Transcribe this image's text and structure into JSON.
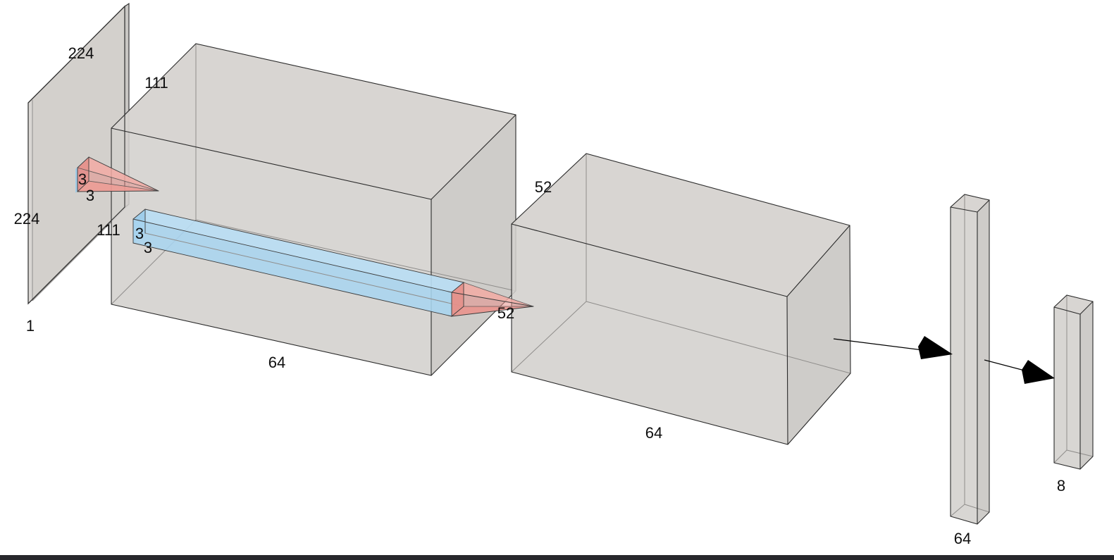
{
  "figure": {
    "description": "3D convolutional neural network architecture diagram",
    "network": [
      {
        "id": "input",
        "type": "input-image",
        "height": "224",
        "width": "224",
        "channels": "1"
      },
      {
        "id": "conv1",
        "type": "convolution",
        "kernel_h": "3",
        "kernel_w": "3",
        "out_height": "111",
        "out_depth": "111",
        "out_channels": "64"
      },
      {
        "id": "conv2",
        "type": "convolution",
        "kernel_h": "3",
        "kernel_w": "3",
        "out_height": "52",
        "out_depth": "52",
        "out_channels": "64"
      },
      {
        "id": "fc",
        "type": "fully-connected",
        "units": "64"
      },
      {
        "id": "output",
        "type": "fully-connected",
        "units": "8"
      }
    ]
  },
  "labels": {
    "input_top": "224",
    "input_left": "224",
    "input_depth": "1",
    "conv1_depth": "111",
    "conv1_height": "111",
    "conv1_width": "64",
    "kernel1_height": "3",
    "kernel1_width": "3",
    "kernel2_height": "3",
    "kernel2_width": "3",
    "conv2_depth": "52",
    "conv2_height": "52",
    "conv2_width": "64",
    "fc_units": "64",
    "output_units": "8"
  },
  "colors": {
    "background": "#ffffff",
    "layer_gray": "#d3d0cd",
    "layer_gray_top": "#d6d3d0",
    "layer_gray_side": "#c9c6c3",
    "kernel_blue": "#a9d5ef",
    "kernel_blue_top": "#b9def4",
    "kernel_blue_side": "#9ccbe9",
    "filter_red": "#e5908a",
    "filter_red_top": "#f2aaa3",
    "filter_red_shade": "#ed9c95",
    "edge_dark": "#2b2b2b",
    "edge_hidden": "#8f8d8b",
    "arrow_black": "#000000",
    "footer_bar": "#28282c"
  }
}
